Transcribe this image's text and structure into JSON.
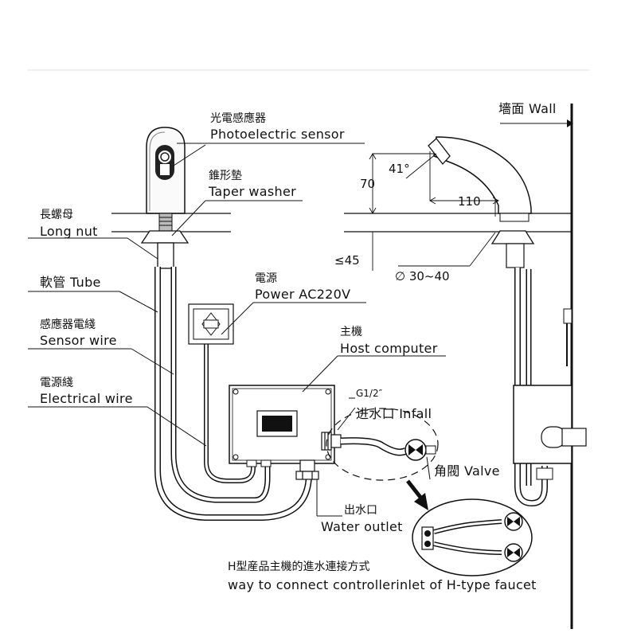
{
  "labels": {
    "sensor_zh": "光電感應器",
    "sensor_en": "Photoelectric sensor",
    "washer_zh": "錐形墊",
    "washer_en": "Taper washer",
    "nut_zh": "長螺母",
    "nut_en": "Long nut",
    "tube": "軟管 Tube",
    "power_zh": "電源",
    "power_en": "Power AC220V",
    "sensorwire_zh": "感應器電綫",
    "sensorwire_en": "Sensor wire",
    "elecwire_zh": "電源綫",
    "elecwire_en": "Electrical wire",
    "host_zh": "主機",
    "host_en": "Host computer",
    "g12": "G1/2″",
    "infall": "进水口 Infall",
    "valve": "角閥 Valve",
    "outlet_zh": "出水口",
    "outlet_en": "Water outlet",
    "wall": "墻面 Wall",
    "caption_zh": "H型産品主機的進水連接方式",
    "caption_en": "way to connect controllerinlet of H-type faucet"
  },
  "dimensions": {
    "angle": "41°",
    "height": "70",
    "reach": "110",
    "thickness": "≤45",
    "hole": "∅ 30~40"
  }
}
